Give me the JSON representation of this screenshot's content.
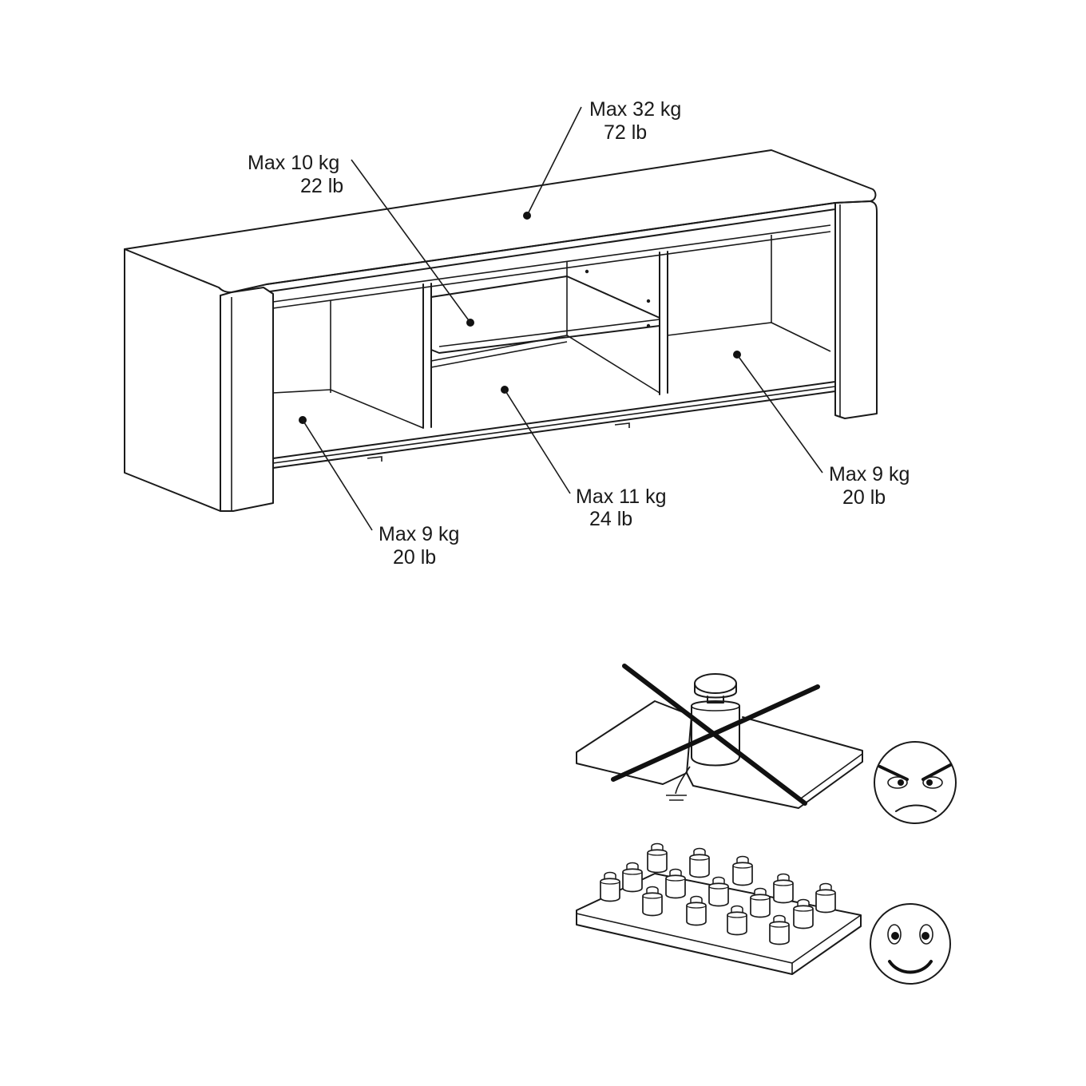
{
  "load_labels": {
    "top": {
      "kg": "Max 32 kg",
      "lb": "72 lb"
    },
    "upper_shelf": {
      "kg": "Max 10 kg",
      "lb": "22 lb"
    },
    "left_compartment": {
      "kg": "Max 9 kg",
      "lb": "20 lb"
    },
    "middle_compartment": {
      "kg": "Max 11 kg",
      "lb": "24 lb"
    },
    "right_compartment": {
      "kg": "Max 9 kg",
      "lb": "20 lb"
    }
  },
  "illustrations": {
    "concentrated_load": {
      "icon": "angry-face-icon",
      "status": "incorrect"
    },
    "distributed_load": {
      "icon": "smiley-face-icon",
      "status": "correct"
    }
  }
}
